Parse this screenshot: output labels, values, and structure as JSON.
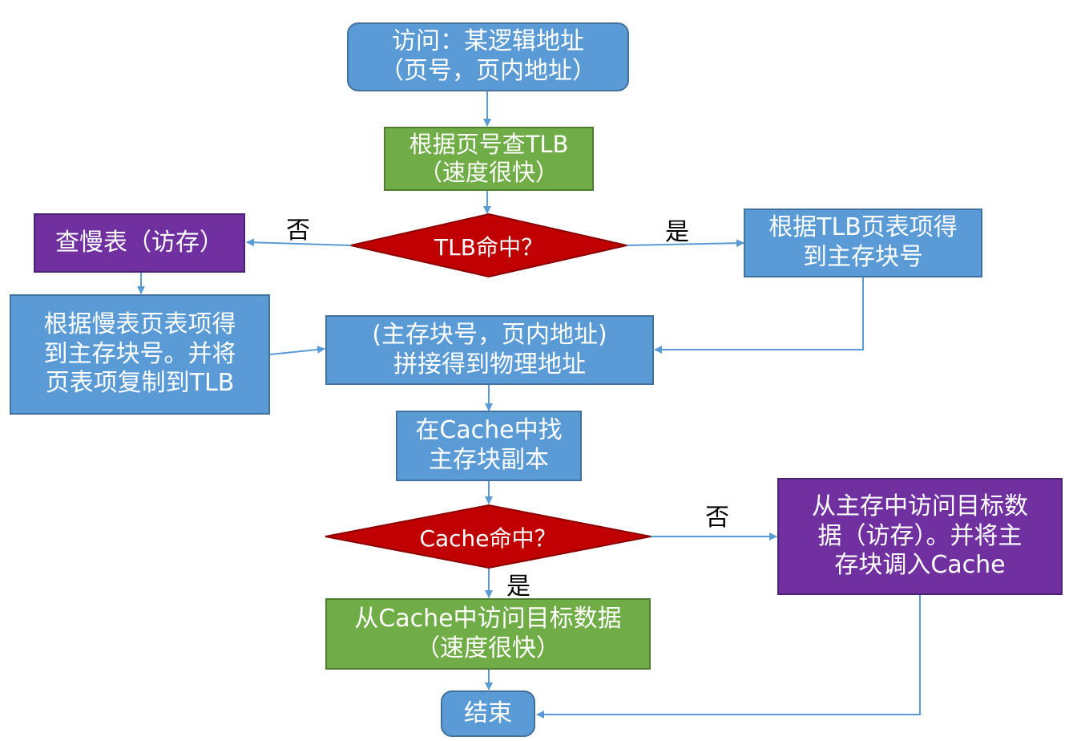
{
  "nodes": {
    "start": [
      "访问：某逻辑地址",
      "（页号，页内地址）"
    ],
    "tlb_lookup": [
      "根据页号查TLB",
      "（速度很快）"
    ],
    "tlb_hit": "TLB命中？",
    "slow_table": "查慢表（访存）",
    "tlb_entry": [
      "根据TLB页表项得",
      "到主存块号"
    ],
    "slow_entry": [
      "根据慢表页表项得",
      "到主存块号。并将",
      "页表项复制到TLB"
    ],
    "concat": [
      "(主存块号，页内地址)",
      "拼接得到物理地址"
    ],
    "cache_search": [
      "在Cache中找",
      "主存块副本"
    ],
    "cache_hit": "Cache命中？",
    "memory_access": [
      "从主存中访问目标数",
      "据（访存）。并将主",
      "存块调入Cache"
    ],
    "cache_access": [
      "从Cache中访问目标数据",
      "（速度很快）"
    ],
    "end": "结束"
  },
  "labels": {
    "tlb_no": "否",
    "tlb_yes": "是",
    "cache_no": "否",
    "cache_yes": "是"
  },
  "colors": {
    "blue": "#5b9bd5",
    "green": "#70ad47",
    "purple": "#7030a0",
    "red": "#c00000",
    "arrow": "#5b9bd5"
  }
}
